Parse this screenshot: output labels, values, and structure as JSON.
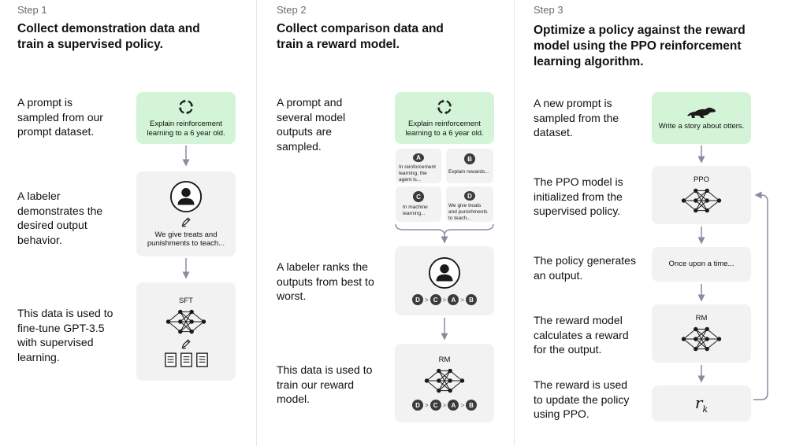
{
  "steps": [
    {
      "label": "Step 1",
      "title": "Collect demonstration data and train a supervised policy.",
      "descriptions": [
        "A prompt is sampled from our prompt dataset.",
        "A labeler demonstrates the desired output behavior.",
        "This data is used to fine-tune GPT-3.5 with supervised learning."
      ],
      "prompt_text": "Explain reinforcement learning to a 6 year old.",
      "demo_text": "We give treats and punishments to teach...",
      "model_label": "SFT"
    },
    {
      "label": "Step 2",
      "title": "Collect comparison data and train a reward model.",
      "descriptions": [
        "A prompt and several model outputs are sampled.",
        "A labeler ranks the outputs from best to worst.",
        "This data is used to train our reward model."
      ],
      "prompt_text": "Explain reinforcement learning to a 6 year old.",
      "outputs": [
        {
          "letter": "A",
          "text": "In reinforcement learning, the agent is..."
        },
        {
          "letter": "B",
          "text": "Explain rewards..."
        },
        {
          "letter": "C",
          "text": "In machine learning..."
        },
        {
          "letter": "D",
          "text": "We give treats and punishments to teach..."
        }
      ],
      "ranking": [
        "D",
        "C",
        "A",
        "B"
      ],
      "model_label": "RM"
    },
    {
      "label": "Step 3",
      "title": "Optimize a policy against the reward model using the PPO reinforcement learning algorithm.",
      "descriptions": [
        "A new prompt is sampled from the dataset.",
        "The PPO model is initialized from the supervised policy.",
        "The policy generates an output.",
        "The reward model calculates a reward for the output.",
        "The reward is used to update the policy using PPO."
      ],
      "prompt_text": "Write a story about otters.",
      "ppo_label": "PPO",
      "output_text": "Once upon a time...",
      "rm_label": "RM",
      "reward_symbol": "r",
      "reward_subscript": "k"
    }
  ],
  "icons": [
    "refresh-icon",
    "user-icon",
    "pencil-icon",
    "network-icon",
    "document-icon",
    "otter-icon"
  ],
  "colors": {
    "prompt_green": "#d3f4d6",
    "box_gray": "#f2f2f2",
    "badge_dark": "#3b3b3b",
    "arrow_gray": "#8a8aa0"
  }
}
